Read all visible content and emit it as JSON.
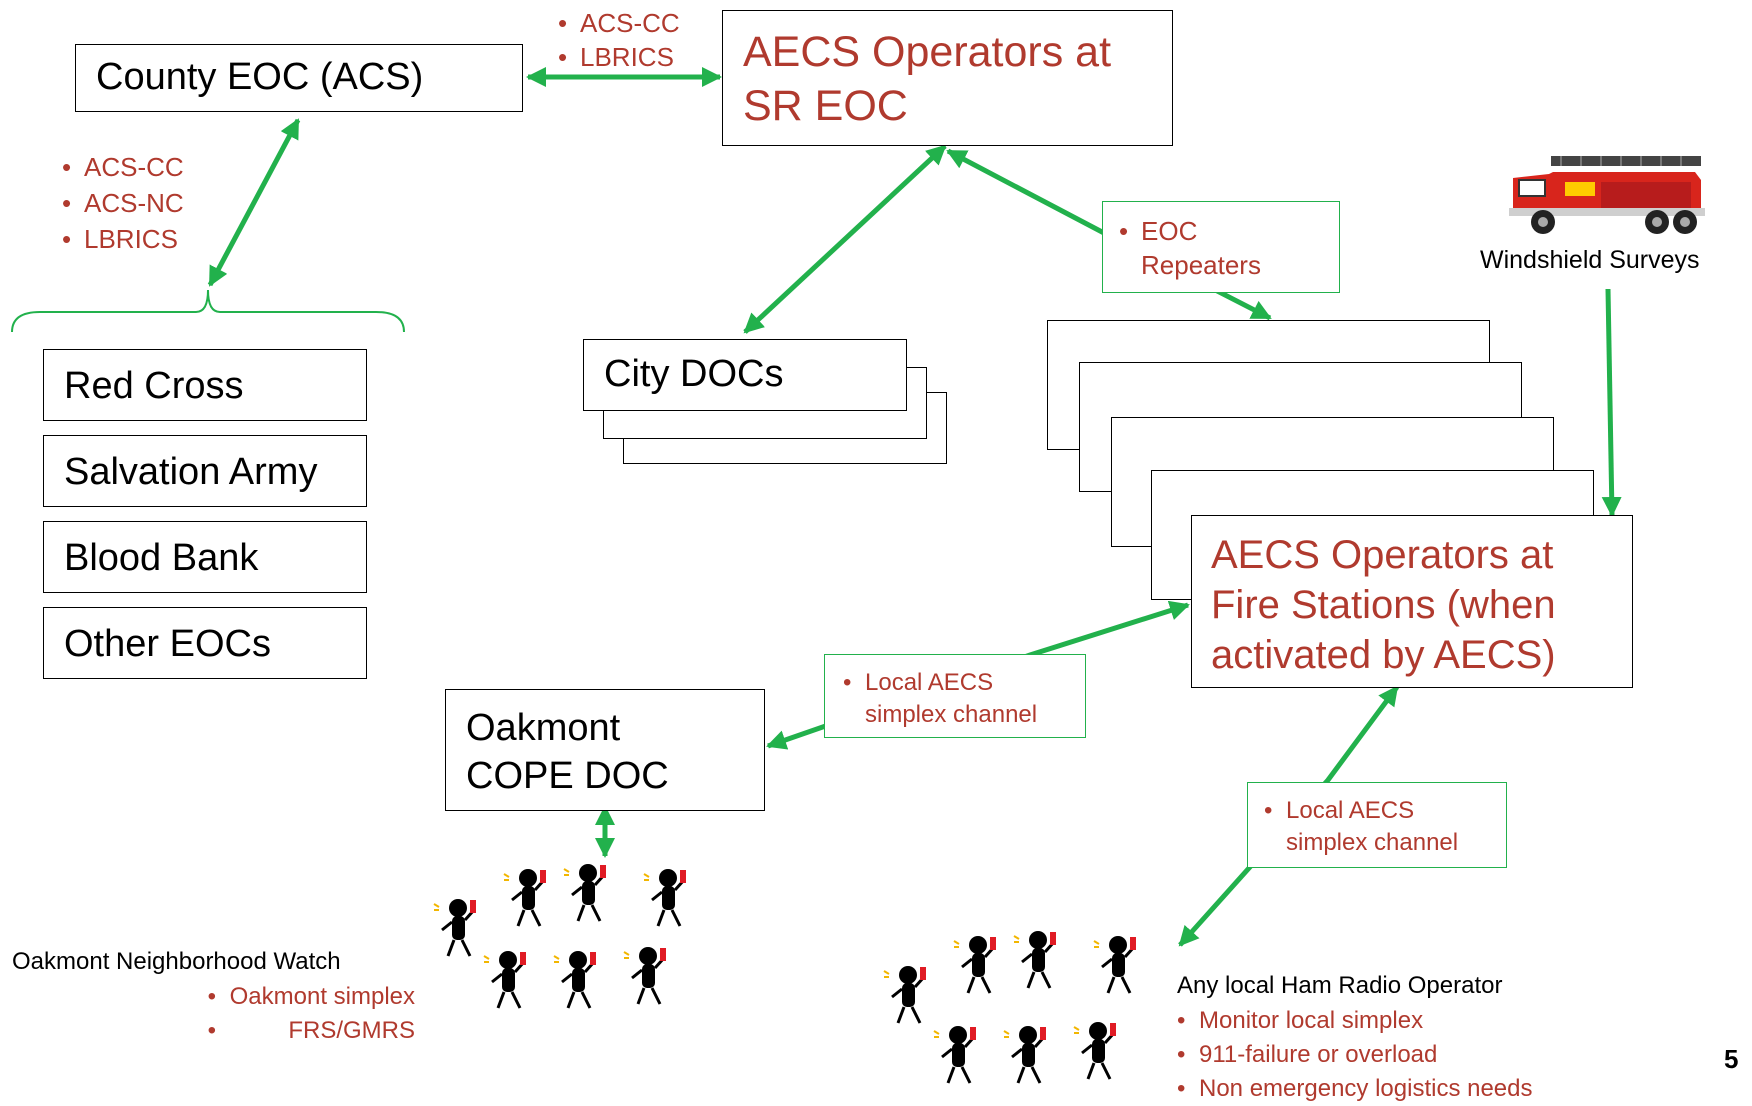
{
  "colors": {
    "arrow": "#22b14c",
    "accent_text": "#b03a2e",
    "box_border": "#000000"
  },
  "nodes": {
    "county_eoc": "County EOC (ACS)",
    "sr_eoc": "AECS Operators at SR EOC",
    "city_docs": "City DOCs",
    "fire_stations": "AECS Operators at Fire Stations (when activated by AECS)",
    "oakmont_doc": "Oakmont COPE DOC",
    "agencies": [
      "Red Cross",
      "Salvation Army",
      "Blood Bank",
      "Other EOCs"
    ]
  },
  "links": {
    "county_sr": [
      "ACS-CC",
      "LBRICS"
    ],
    "county_agencies": [
      "ACS-CC",
      "ACS-NC",
      "LBRICS"
    ],
    "sr_fire": [
      "EOC Repeaters"
    ],
    "fire_oakmont": [
      "Local AECS simplex channel"
    ],
    "fire_ham": [
      "Local AECS simplex channel"
    ]
  },
  "windshield": {
    "label": "Windshield Surveys",
    "icon": "fire-truck-icon"
  },
  "neighborhood_watch": {
    "title": "Oakmont Neighborhood Watch",
    "items": [
      "Oakmont simplex",
      "FRS/GMRS"
    ],
    "icon": "radio-person-icon"
  },
  "ham": {
    "title": "Any local Ham Radio Operator",
    "items": [
      "Monitor local simplex",
      "911-failure or overload",
      "Non emergency logistics needs"
    ],
    "icon": "radio-person-icon"
  },
  "slide_number": "5"
}
